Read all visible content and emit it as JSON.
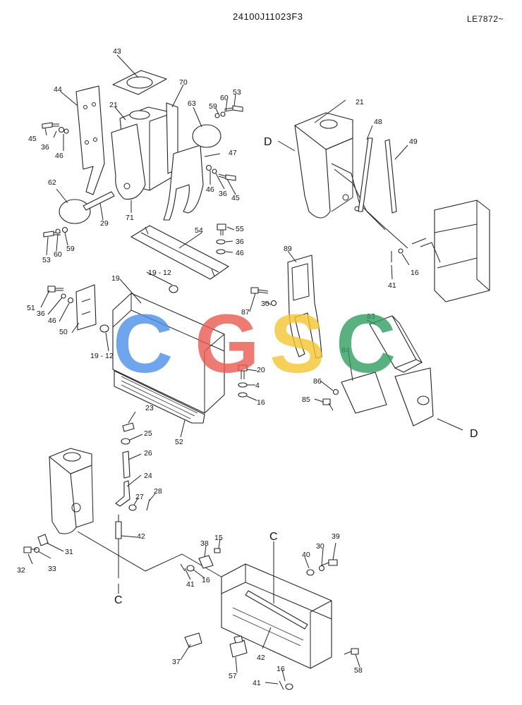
{
  "header": {
    "doc_code": "24100J11023F3",
    "doc_ref": "LE7872~"
  },
  "watermark": {
    "letters": [
      "C",
      "G",
      "S",
      "C"
    ],
    "colors": [
      "#4a8fe8",
      "#ea5a50",
      "#f4c531",
      "#2e9e5f"
    ]
  },
  "callouts": {
    "c43": "43",
    "c44": "44",
    "c70": "70",
    "c21a": "21",
    "c60a": "60",
    "c53a": "53",
    "c63": "63",
    "c59a": "59",
    "c45a": "45",
    "c36a": "36",
    "c46a": "46",
    "c47": "47",
    "c46b": "46",
    "c36b": "36",
    "c45b": "45",
    "c62": "62",
    "c29": "29",
    "c71": "71",
    "c53b": "53",
    "c60b": "60",
    "c59b": "59",
    "c54": "54",
    "c55": "55",
    "c36c": "36",
    "c46c": "46",
    "c21b": "21",
    "c48": "48",
    "c49": "49",
    "cD1": "D",
    "c16a": "16",
    "c41a": "41",
    "c89": "89",
    "c19_12a": "19 - 12",
    "c19": "19",
    "c51": "51",
    "c36d": "36",
    "c46d": "46",
    "c50": "50",
    "c19_12b": "19 - 12",
    "c87": "87",
    "c30a": "30",
    "c83": "83",
    "c84": "84",
    "c86": "86",
    "c85": "85",
    "cD2": "D",
    "c20": "20",
    "c4": "4",
    "c16b": "16",
    "c52": "52",
    "c23": "23",
    "c25": "25",
    "c26": "26",
    "c24": "24",
    "c27": "27",
    "c28": "28",
    "c42a": "42",
    "c32": "32",
    "c33": "33",
    "c31": "31",
    "cC1": "C",
    "c38": "38",
    "c15": "15",
    "cC2": "C",
    "c40": "40",
    "c30b": "30",
    "c39": "39",
    "c41b": "41",
    "c16c": "16",
    "c37": "37",
    "c57": "57",
    "c42b": "42",
    "c58": "58",
    "c16d": "16",
    "c41c": "41"
  }
}
